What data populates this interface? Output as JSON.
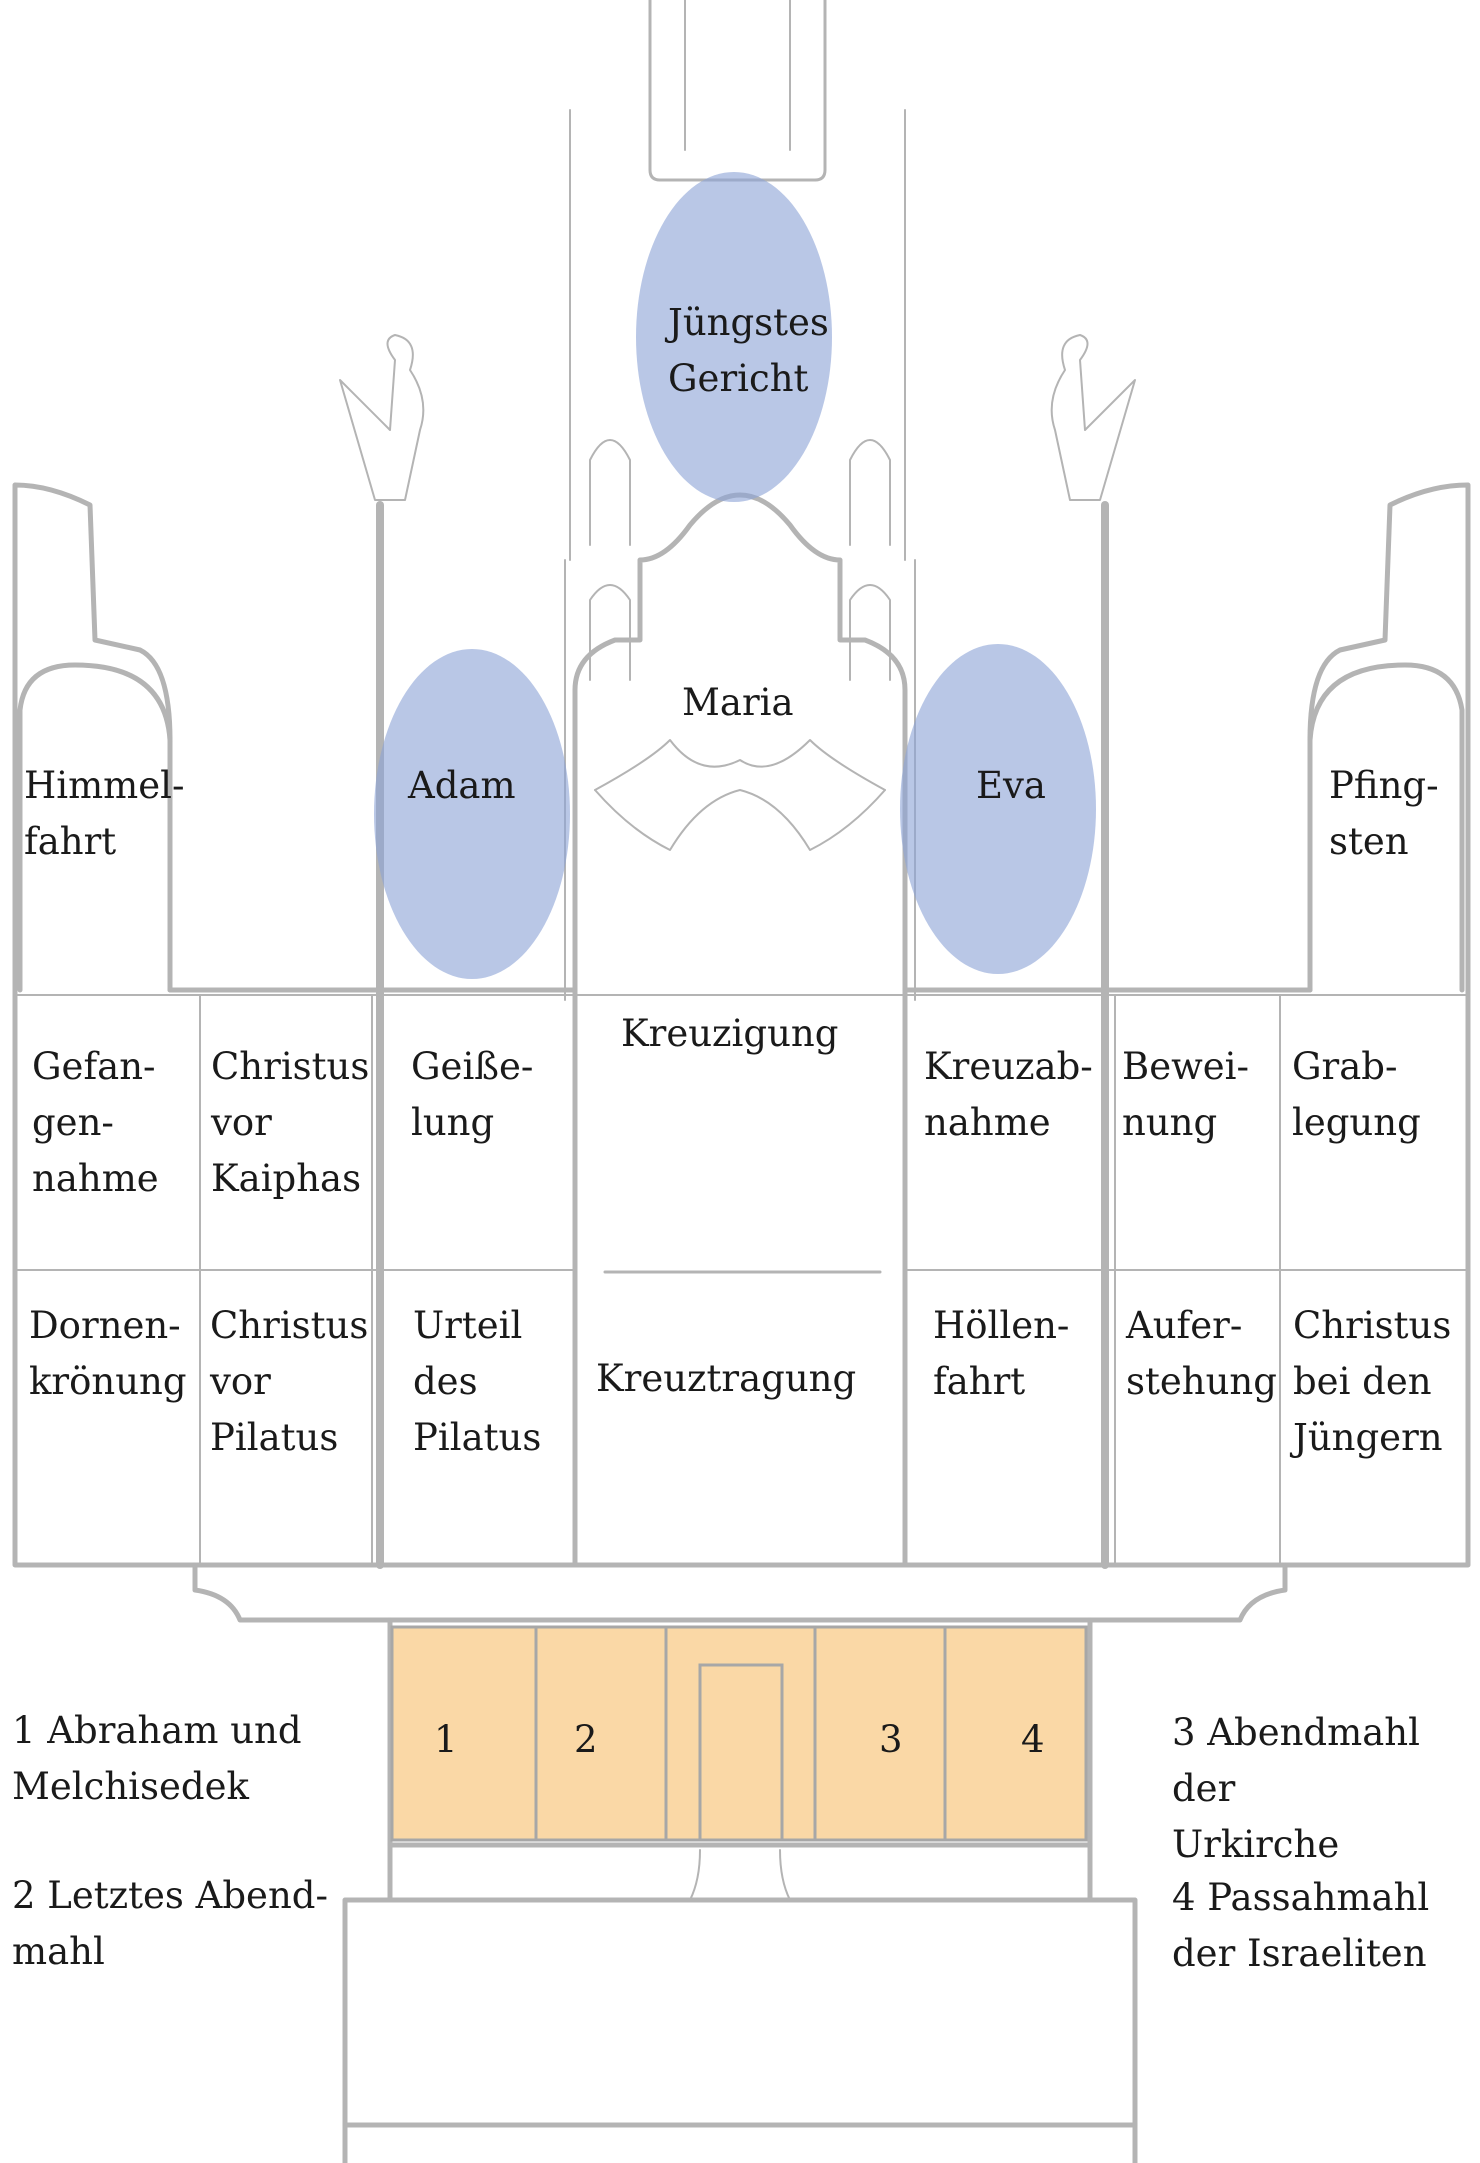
{
  "colors": {
    "outline": "#b4b4b4",
    "oval_fill": "#8ea4d6",
    "predella_fill": "#fad8a6",
    "text": "#1a1a1a"
  },
  "shrine": {
    "top": "Jüngstes\nGericht",
    "center_upper": "Maria",
    "left_oval": "Adam",
    "right_oval": "Eva",
    "left_wing_top": "Himmel-\nfahrt",
    "right_wing_top": "Pfing-\nsten",
    "center_middle": "Kreuzigung",
    "center_lower": "Kreuztragung"
  },
  "upper_row": [
    "Gefan-\ngen-\nnahme",
    "Christus\nvor\nKaiphas",
    "Geiße-\nlung",
    "Kreuzab-\nnahme",
    "Bewei-\nnung",
    "Grab-\nlegung"
  ],
  "lower_row": [
    "Dornen-\nkrönung",
    "Christus\nvor\nPilatus",
    "Urteil\ndes\nPilatus",
    "Höllen-\nfahrt",
    "Aufer-\nstehung",
    "Christus\nbei den\nJüngern"
  ],
  "predella": {
    "panel_numbers": [
      "1",
      "2",
      "3",
      "4"
    ],
    "legend": [
      "1 Abraham und\n   Melchisedek",
      "2 Letztes Abend-\n   mahl",
      "3 Abendmahl der\n   Urkirche",
      "4 Passahmahl\n   der Israeliten"
    ]
  }
}
